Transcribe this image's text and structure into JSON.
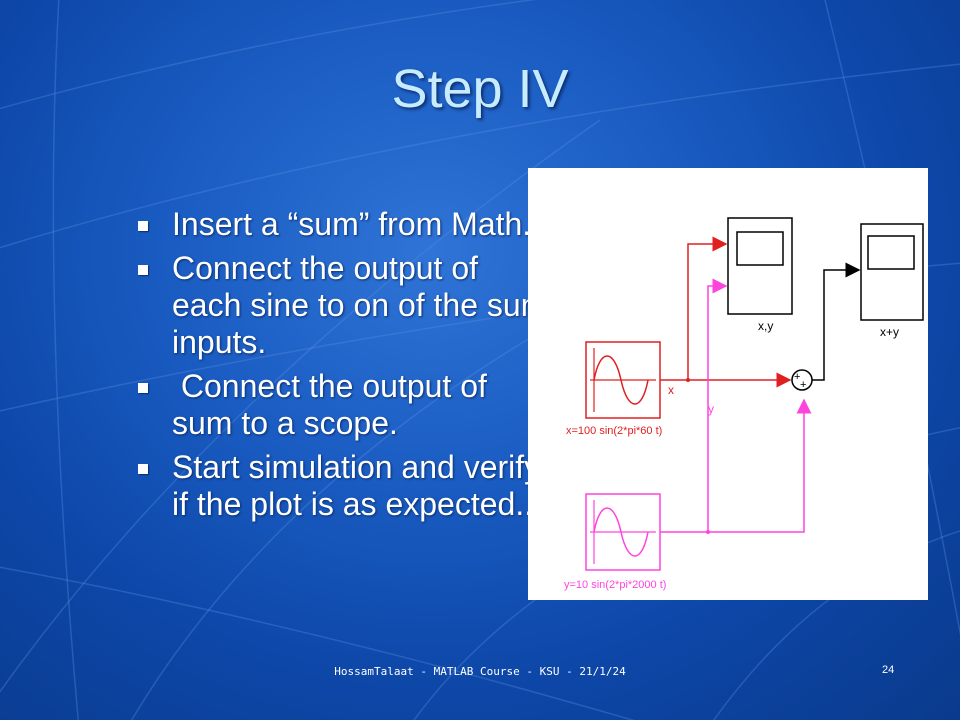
{
  "title": "Step IV",
  "bullets": [
    "Insert a “sum” from Math.",
    "Connect the output of each sine to on of the sum inputs.",
    " Connect the output of sum to a scope.",
    "Start simulation and verify if the plot is as expected.."
  ],
  "diagram": {
    "scope1_label": "x,y",
    "scope2_label": "x+y",
    "signal_x_label": "x",
    "signal_y_label": "y",
    "sine1_label": "x=100 sin(2*pi*60 t)",
    "sine2_label": "y=10 sin(2*pi*2000 t)",
    "sum_sign_1": "+",
    "sum_sign_2": "+",
    "colors": {
      "x_signal": "#e02020",
      "y_signal": "#ff44dd",
      "output": "#000000"
    }
  },
  "footer": "HossamTalaat - MATLAB Course - KSU - 21/1/24",
  "page_number": "24"
}
